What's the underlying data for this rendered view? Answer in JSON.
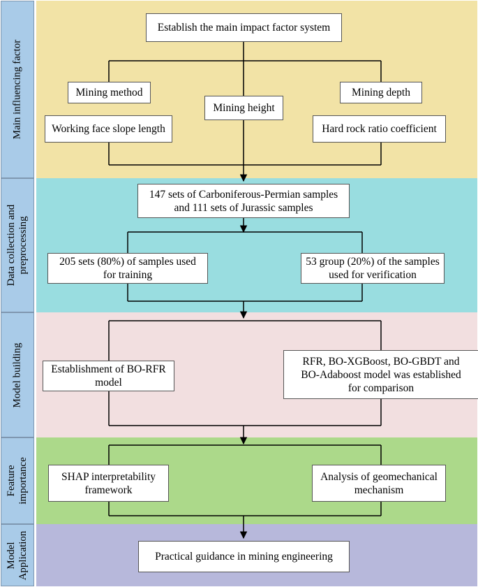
{
  "colors": {
    "band_influence": "#f2e3a6",
    "band_data": "#99dde0",
    "band_model": "#f2dfe0",
    "band_feature": "#acd98a",
    "band_application": "#b7b8db",
    "label_bg": "#a9cbe8",
    "line": "#000000"
  },
  "sections": [
    {
      "id": "influence",
      "label": "Main influencing factor"
    },
    {
      "id": "data",
      "label": "Data collection and\npreprocessing"
    },
    {
      "id": "model",
      "label": "Model building"
    },
    {
      "id": "feature",
      "label": "Feature\nimportance"
    },
    {
      "id": "application",
      "label": "Model\nApplication"
    }
  ],
  "nodes": {
    "impact_system": "Establish the main impact factor system",
    "mining_method": "Mining method",
    "mining_height": "Mining height",
    "mining_depth": "Mining depth",
    "slope_length": "Working face slope length",
    "hard_rock": "Hard rock ratio coefficient",
    "samples": "147 sets of Carboniferous-Permian samples\nand 111 sets of Jurassic samples",
    "training": "205 sets (80%) of samples used\nfor training",
    "verification": "53 group (20%) of the samples\nused for verification",
    "bo_rfr": "Establishment of BO-RFR\nmodel",
    "comparison": "RFR, BO-XGBoost, BO-GBDT and\nBO-Adaboost model was established\nfor comparison",
    "shap": "SHAP interpretability\nframework",
    "geomech": "Analysis of geomechanical\nmechanism",
    "guidance": "Practical guidance in mining engineering"
  }
}
